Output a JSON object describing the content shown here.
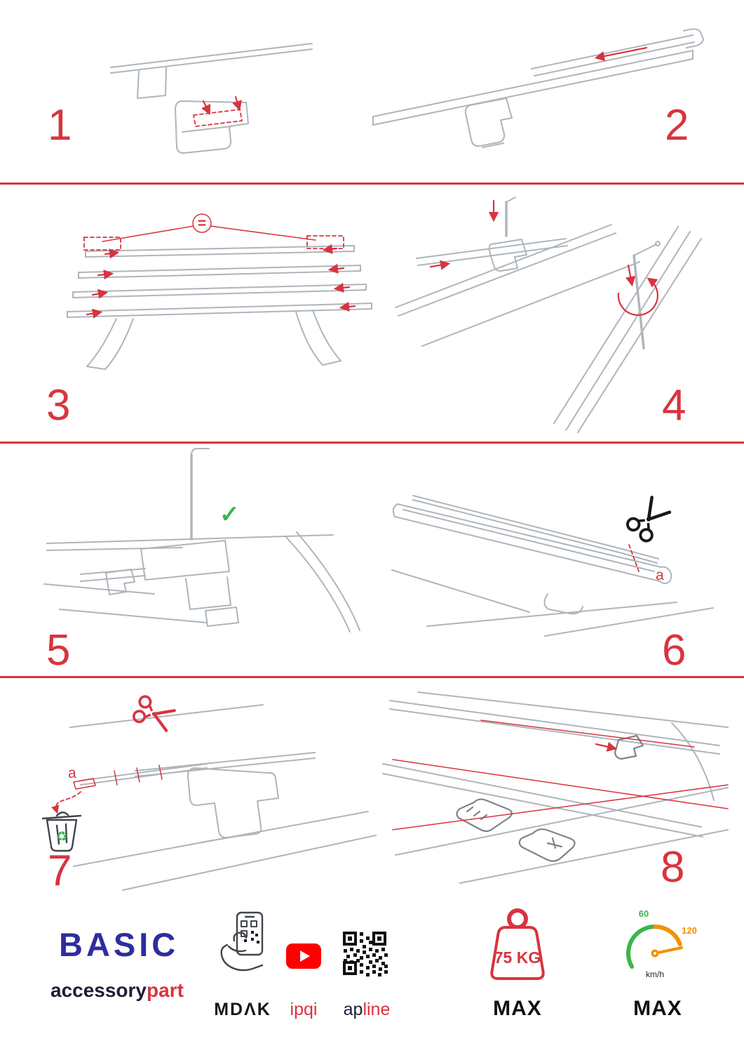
{
  "steps": [
    {
      "num": "1"
    },
    {
      "num": "2"
    },
    {
      "num": "3"
    },
    {
      "num": "4"
    },
    {
      "num": "5"
    },
    {
      "num": "6"
    },
    {
      "num": "7"
    },
    {
      "num": "8"
    }
  ],
  "marks": {
    "equal": "=",
    "check": "✓",
    "a_step6": "a",
    "a_step7": "a",
    "recycle": "♻"
  },
  "footer": {
    "product": "BASIC",
    "brand": {
      "dark": "accessory",
      "red": "part"
    },
    "channels": {
      "mdak": "MDΛK",
      "ipqi": "ipqi",
      "apline_dark": "ap",
      "apline_red": "line"
    },
    "weight": {
      "value": "75 KG",
      "max": "MAX"
    },
    "speed": {
      "low": "60",
      "high": "120",
      "unit": "km/h",
      "max": "MAX"
    }
  },
  "colors": {
    "accent": "#d8343f",
    "sketch_gray": "#aeb5bb",
    "green": "#3bb54a",
    "brand_blue": "#2d2d9e",
    "youtube_red": "#ff0000",
    "gauge_orange": "#f39200"
  }
}
